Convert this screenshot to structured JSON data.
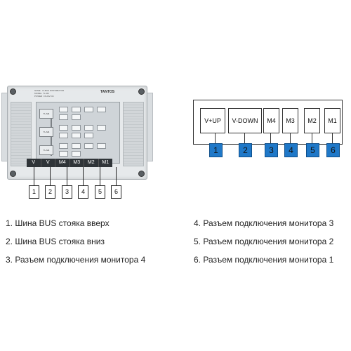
{
  "device": {
    "brand": "TANTOS",
    "label_text": "NAME   IV-BUS DISTRIBUTOR\nMODEL  TL-M4\nPOWER  15-24V DC",
    "chip_label": "TL-M4",
    "terminals": [
      "V",
      "V",
      "M4",
      "M3",
      "M2",
      "M1"
    ],
    "callouts": [
      "1",
      "2",
      "3",
      "4",
      "5",
      "6"
    ]
  },
  "schematic": {
    "terminals": [
      "V+UP",
      "V-DOWN",
      "M4",
      "M3",
      "M2",
      "M1"
    ],
    "numbers": [
      "1",
      "2",
      "3",
      "4",
      "5",
      "6"
    ],
    "number_color": "#1f78c8"
  },
  "legend": [
    "1. Шина BUS стояка вверх",
    "2. Шина BUS стояка вниз",
    "3. Разъем подключения монитора 4",
    "4. Разъем подключения монитора 3",
    "5. Разъем подключения монитора 2",
    "6. Разъем подключения монитора 1"
  ]
}
